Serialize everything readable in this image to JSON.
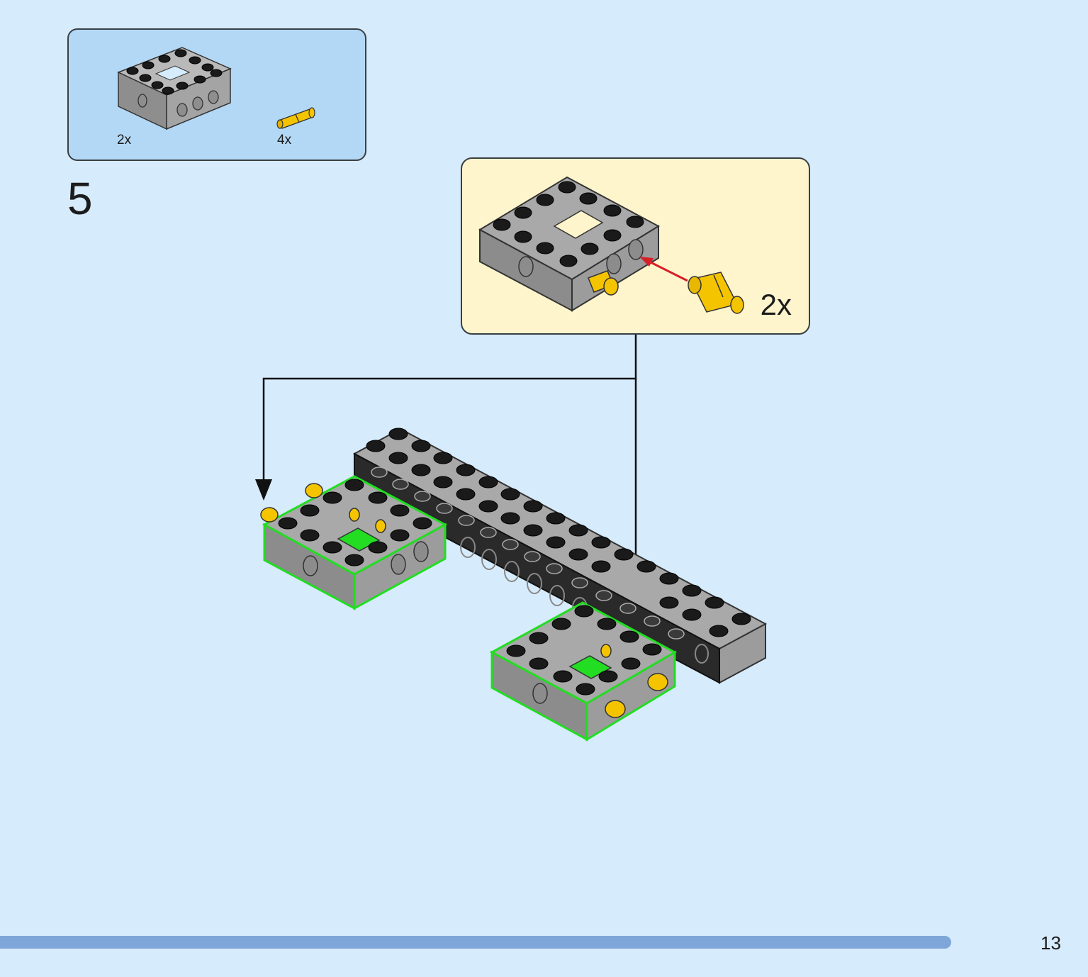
{
  "step": {
    "number": "5"
  },
  "parts_list": [
    {
      "name": "technic-frame-brick",
      "quantity": "2x"
    },
    {
      "name": "technic-pin-yellow",
      "quantity": "4x"
    }
  ],
  "callout": {
    "quantity": "2x"
  },
  "page": {
    "number": "13",
    "progress": 0.935
  },
  "colors": {
    "background": "#d6ebfb",
    "parts_box": "#b3d8f5",
    "callout_box": "#fff5cc",
    "brick_grey": "#9a9a9a",
    "stud_black": "#1a1a1a",
    "pin_yellow": "#f5c400",
    "highlight_green": "#22dd22",
    "arrow_red": "#d62027",
    "progress": "#7fa6d8"
  }
}
